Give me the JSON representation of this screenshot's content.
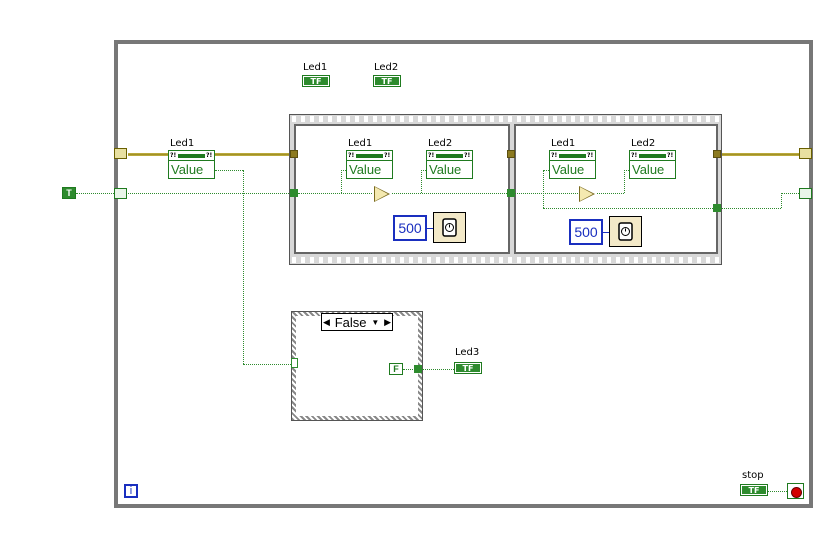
{
  "labels": {
    "led1_top": "Led1",
    "led2_top": "Led2",
    "led1_outer": "Led1",
    "led1_frame1": "Led1",
    "led2_frame1": "Led2",
    "led1_frame2": "Led1",
    "led2_frame2": "Led2",
    "led3": "Led3",
    "stop": "stop"
  },
  "property_value": "Value",
  "terminal_text": "TF",
  "wait_constants": [
    "500",
    "500"
  ],
  "case_selector": "False",
  "constants": {
    "true": "T",
    "false": "F"
  },
  "loop_iteration": "i",
  "colors": {
    "bool_wire": "#2e8b2e",
    "error_wire": "#9a8a20",
    "numeric": "#1a2fbf",
    "stop_red": "#d40000"
  }
}
